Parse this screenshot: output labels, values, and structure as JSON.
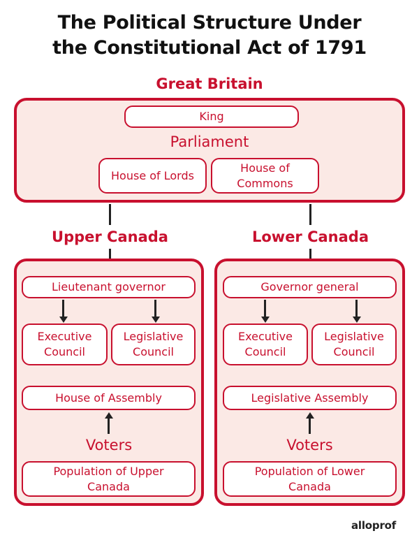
{
  "title": {
    "line1": "The Political Structure Under",
    "line2": "the Constitutional Act of 1791"
  },
  "great_britain": {
    "label": "Great Britain",
    "king": "King",
    "parliament": "Parliament",
    "house_of_lords": "House of Lords",
    "house_of_commons": "House of Commons"
  },
  "upper_canada": {
    "label": "Upper Canada",
    "governor": "Lieutenant governor",
    "executive_council": "Executive Council",
    "legislative_council": "Legislative Council",
    "assembly": "House of Assembly",
    "voters": "Voters",
    "population": "Population of Upper Canada"
  },
  "lower_canada": {
    "label": "Lower Canada",
    "governor": "Governor general",
    "executive_council": "Executive Council",
    "legislative_council": "Legislative Council",
    "assembly": "Legislative Assembly",
    "voters": "Voters",
    "population": "Population of Lower Canada"
  },
  "brand": "alloprof",
  "colors": {
    "accent": "#c8102e",
    "container_fill": "#fbe9e5",
    "arrow": "#222222"
  }
}
